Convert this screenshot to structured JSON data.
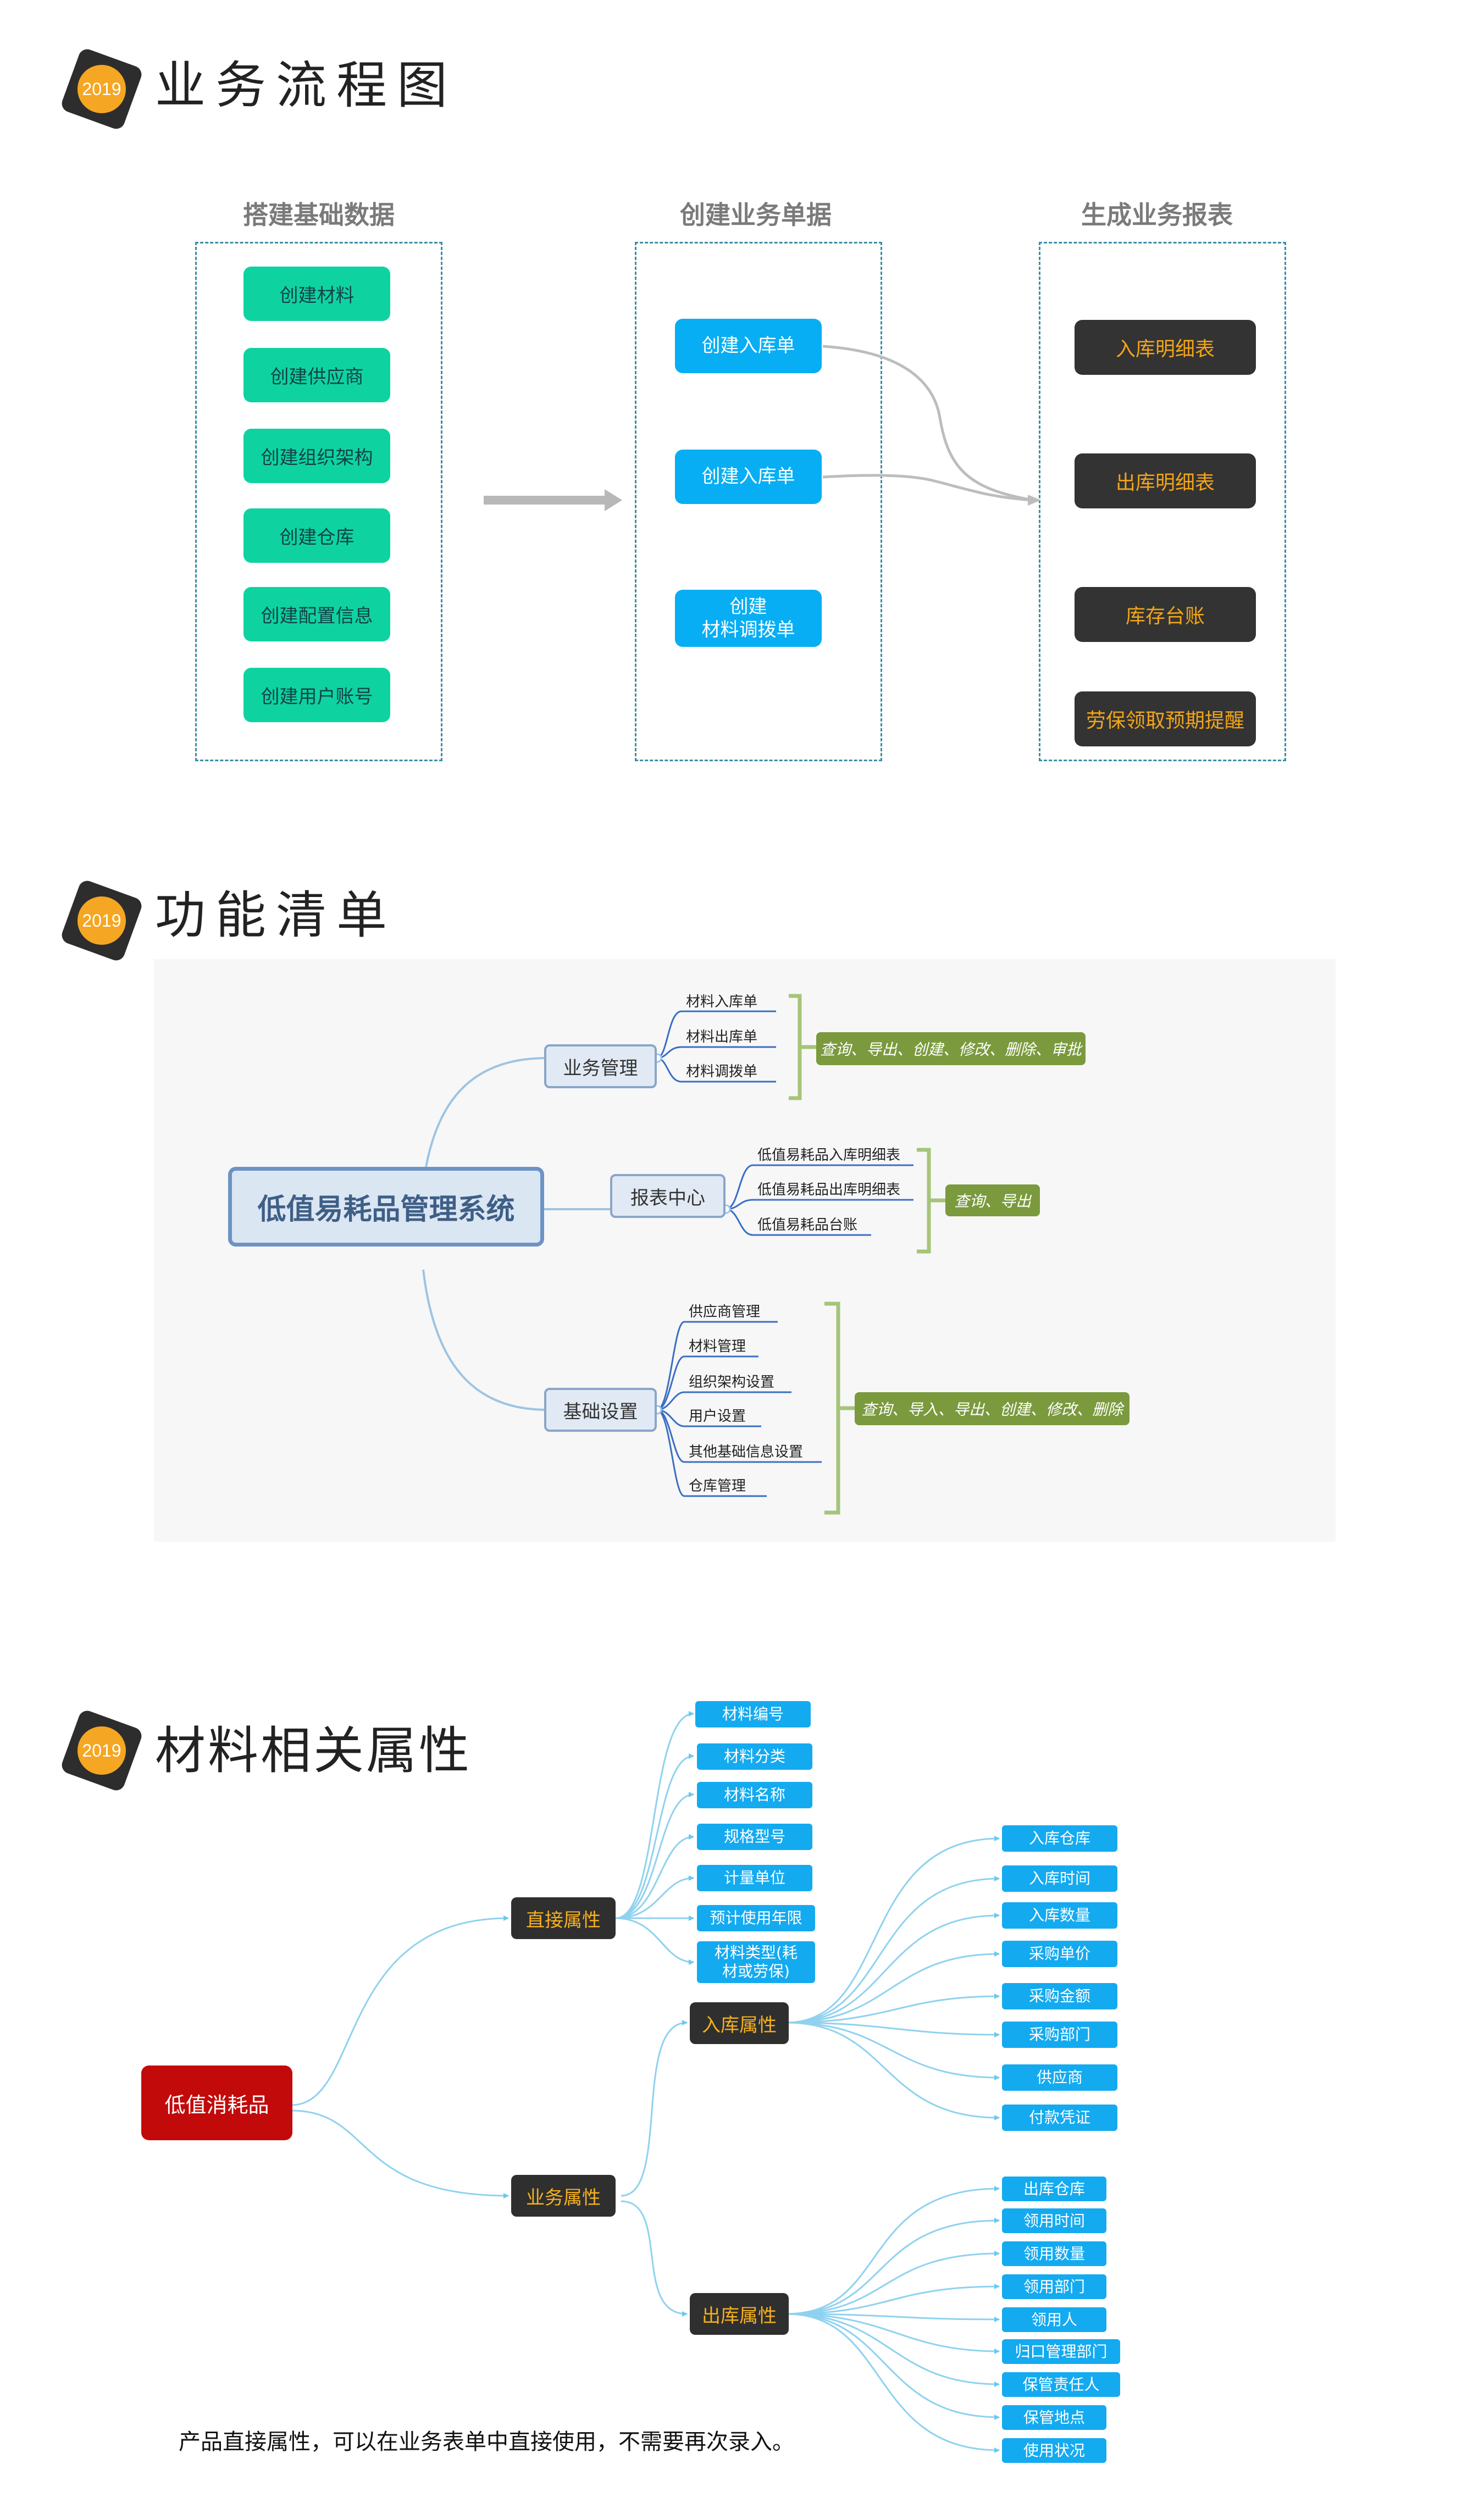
{
  "logo_text": "2019",
  "sections": {
    "s1": {
      "title": "业务流程图"
    },
    "s2": {
      "title": "功能清单"
    },
    "s3": {
      "title": "材料相关属性"
    }
  },
  "flow": {
    "columns": [
      {
        "title": "搭建基础数据",
        "items": [
          "创建材料",
          "创建供应商",
          "创建组织架构",
          "创建仓库",
          "创建配置信息",
          "创建用户账号"
        ]
      },
      {
        "title": "创建业务单据",
        "items": [
          "创建入库单",
          "创建入库单",
          "创建\n材料调拨单"
        ]
      },
      {
        "title": "生成业务报表",
        "items": [
          "入库明细表",
          "出库明细表",
          "库存台账",
          "劳保领取预期提醒"
        ]
      }
    ]
  },
  "features": {
    "root": "低值易耗品管理系统",
    "branches": [
      {
        "label": "业务管理",
        "leaves": [
          "材料入库单",
          "材料出库单",
          "材料调拨单"
        ],
        "tag": "查询、导出、创建、修改、删除、审批"
      },
      {
        "label": "报表中心",
        "leaves": [
          "低值易耗品入库明细表",
          "低值易耗品出库明细表",
          "低值易耗品台账"
        ],
        "tag": "查询、导出"
      },
      {
        "label": "基础设置",
        "leaves": [
          "供应商管理",
          "材料管理",
          "组织架构设置",
          "用户设置",
          "其他基础信息设置",
          "仓库管理"
        ],
        "tag": "查询、导入、导出、创建、修改、删除"
      }
    ]
  },
  "attributes": {
    "root": "低值消耗品",
    "direct": {
      "label": "直接属性",
      "items": [
        "材料编号",
        "材料分类",
        "材料名称",
        "规格型号",
        "计量单位",
        "预计使用年限",
        "材料类型(耗\n材或劳保)"
      ]
    },
    "business": {
      "label": "业务属性"
    },
    "inbound": {
      "label": "入库属性",
      "items": [
        "入库仓库",
        "入库时间",
        "入库数量",
        "采购单价",
        "采购金额",
        "采购部门",
        "供应商",
        "付款凭证"
      ]
    },
    "outbound": {
      "label": "出库属性",
      "items": [
        "出库仓库",
        "领用时间",
        "领用数量",
        "领用部门",
        "领用人",
        "归口管理部门",
        "保管责任人",
        "保管地点",
        "使用状况"
      ]
    },
    "note": "产品直接属性，可以在业务表单中直接使用，不需要再次录入。"
  },
  "colors": {
    "logo_dark": "#2d2d2d",
    "logo_orange": "#f5a623",
    "green_button": "#0ed3a0",
    "blue_button": "#07aef3",
    "dark_button": "#333333",
    "orange_text": "#f2a51a",
    "dashed_border": "#3b8ea5",
    "olive_tag": "#7a9a3d",
    "root_red": "#c30a0a"
  }
}
